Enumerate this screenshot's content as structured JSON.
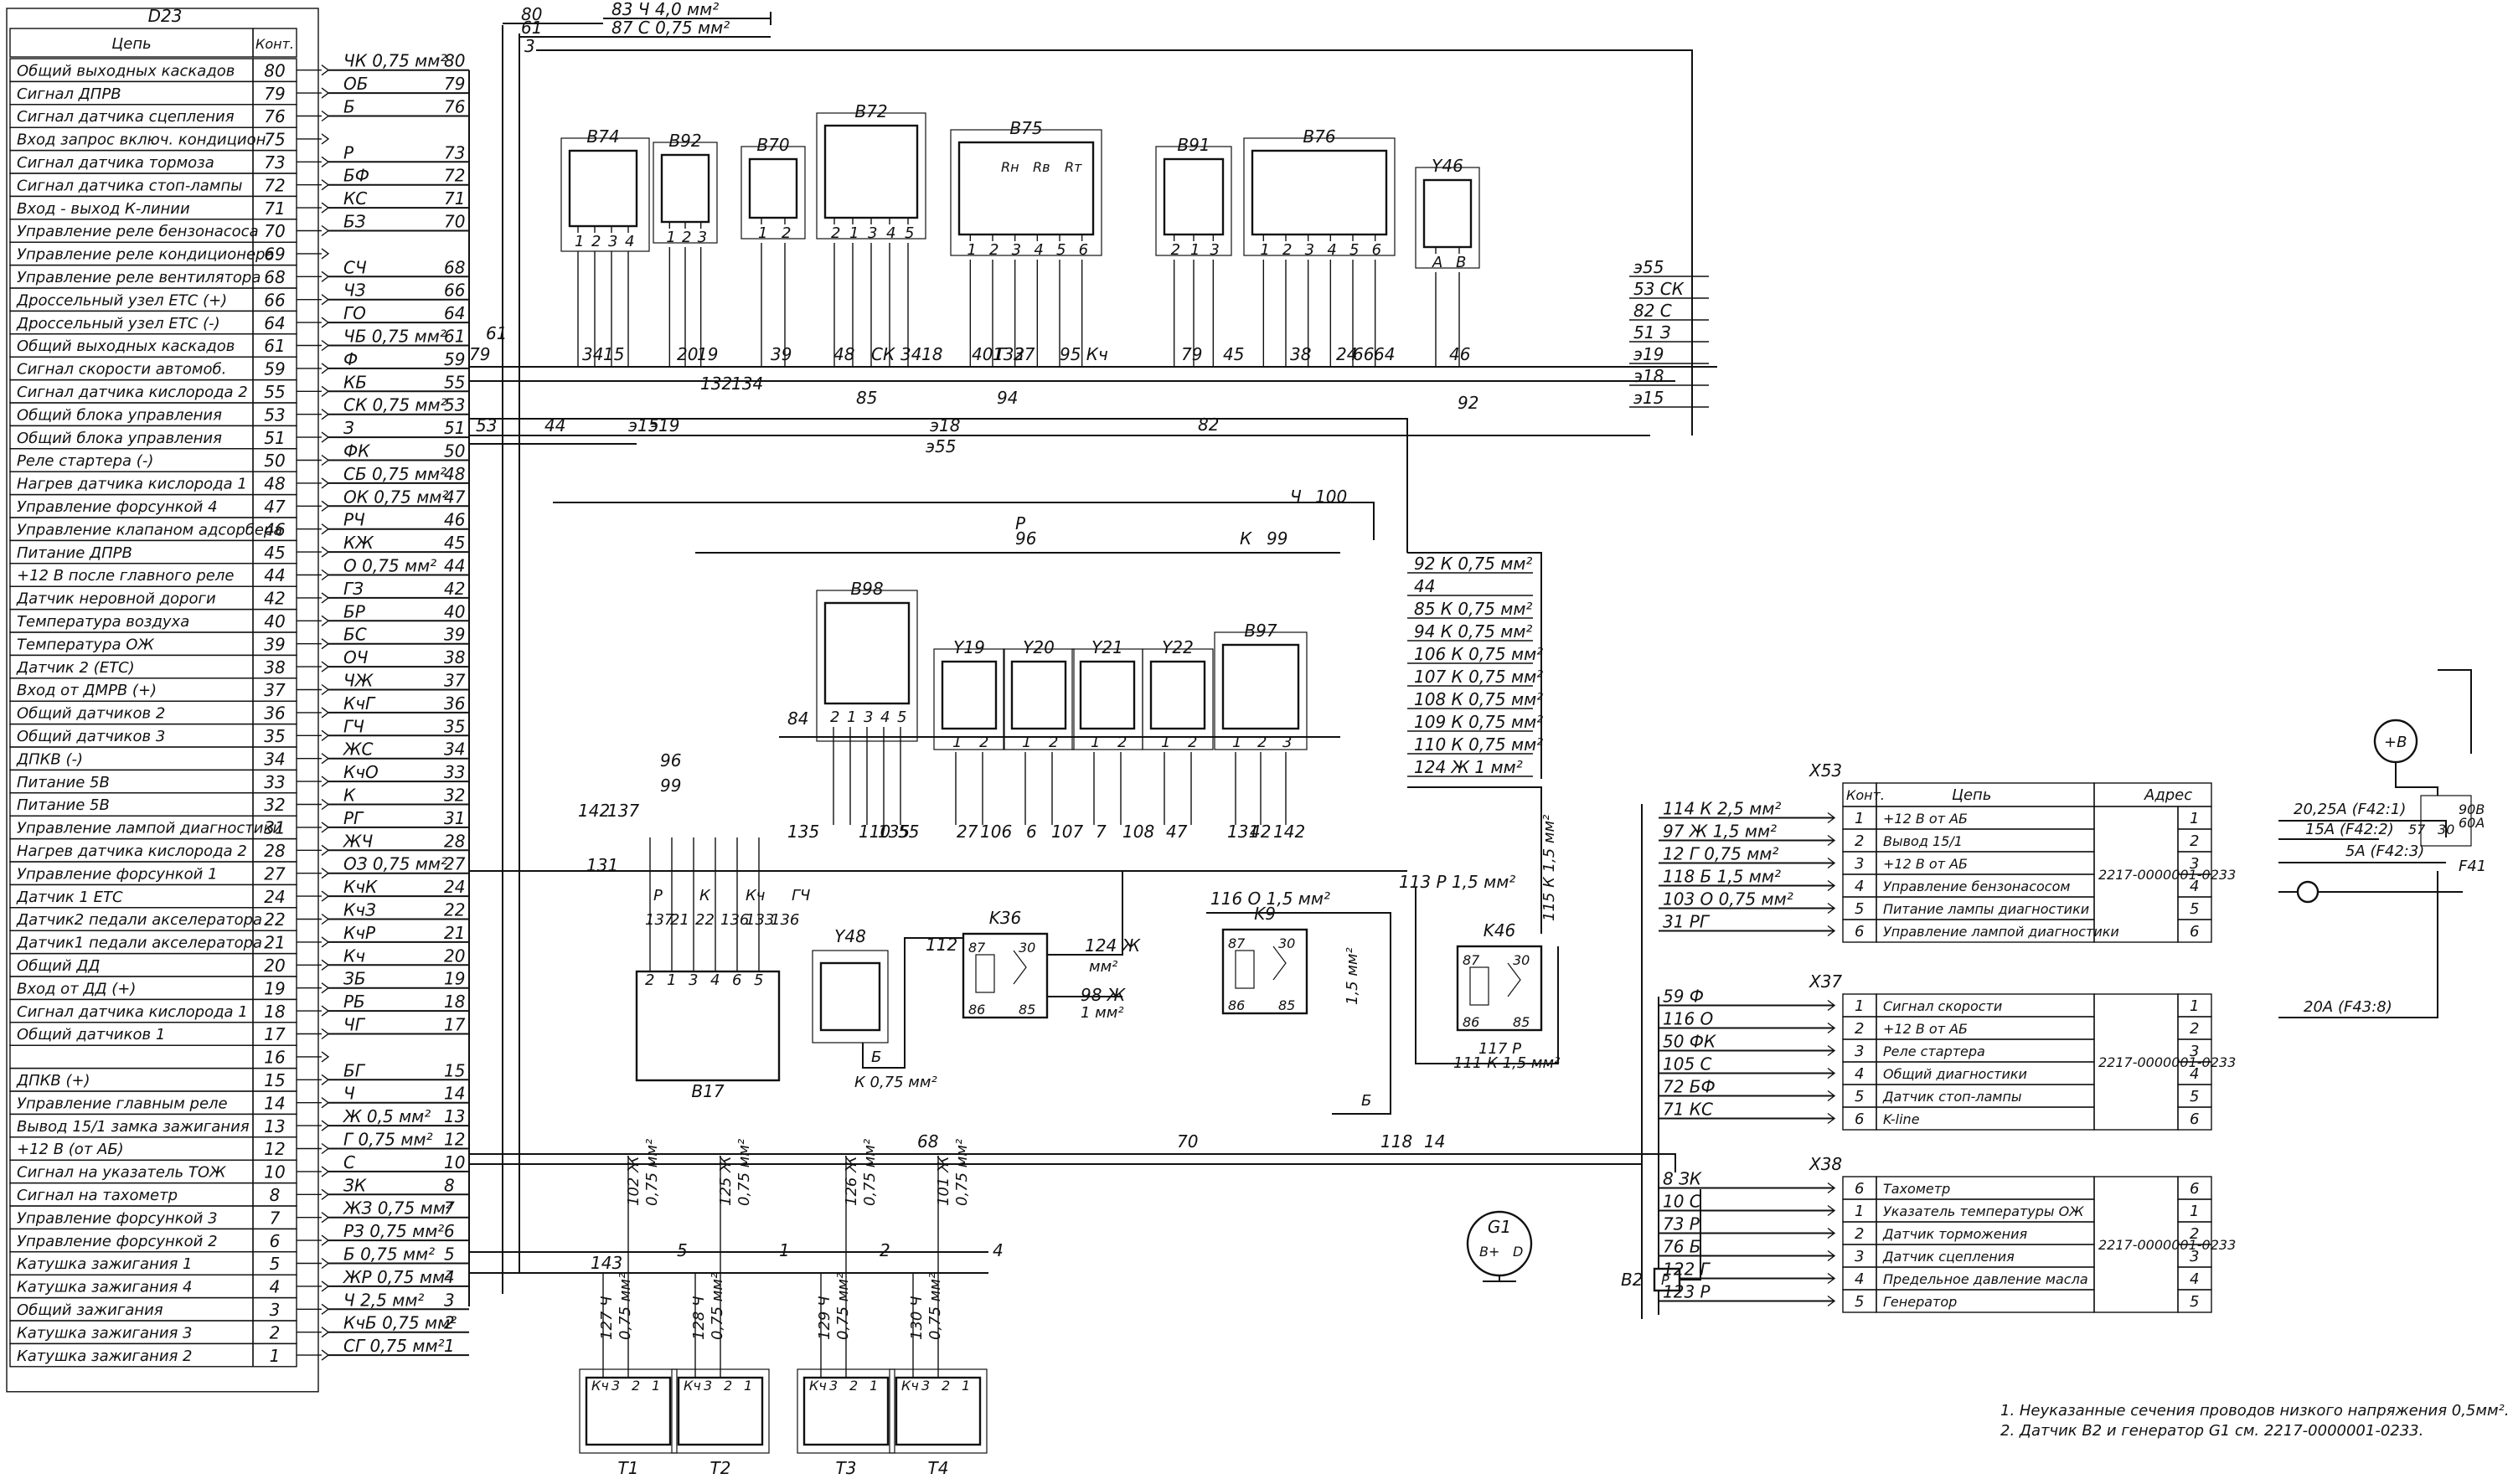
{
  "d23": {
    "title": "D23",
    "col_circuit": "Цепь",
    "col_contact": "Конт.",
    "rows": [
      {
        "name": "Общий выходных каскадов",
        "pin": "80",
        "wire": "ЧК 0,75 мм²",
        "wnum": "80"
      },
      {
        "name": "Сигнал ДПРВ",
        "pin": "79",
        "wire": "ОБ",
        "wnum": "79"
      },
      {
        "name": "Сигнал датчика сцепления",
        "pin": "76",
        "wire": "Б",
        "wnum": "76"
      },
      {
        "name": "Вход запрос включ. кондицион.",
        "pin": "75",
        "wire": "",
        "wnum": ""
      },
      {
        "name": "Сигнал датчика тормоза",
        "pin": "73",
        "wire": "Р",
        "wnum": "73"
      },
      {
        "name": "Сигнал датчика стоп-лампы",
        "pin": "72",
        "wire": "БФ",
        "wnum": "72"
      },
      {
        "name": "Вход - выход К-линии",
        "pin": "71",
        "wire": "КС",
        "wnum": "71"
      },
      {
        "name": "Управление реле бензонасоса",
        "pin": "70",
        "wire": "БЗ",
        "wnum": "70"
      },
      {
        "name": "Управление реле кондиционера",
        "pin": "69",
        "wire": "",
        "wnum": ""
      },
      {
        "name": "Управление реле вентилятора",
        "pin": "68",
        "wire": "СЧ",
        "wnum": "68"
      },
      {
        "name": "Дроссельный узел ЕТС (+)",
        "pin": "66",
        "wire": "ЧЗ",
        "wnum": "66"
      },
      {
        "name": "Дроссельный узел ЕТС (-)",
        "pin": "64",
        "wire": "ГО",
        "wnum": "64"
      },
      {
        "name": "Общий выходных каскадов",
        "pin": "61",
        "wire": "ЧБ 0,75 мм²",
        "wnum": "61"
      },
      {
        "name": "Сигнал скорости автомоб.",
        "pin": "59",
        "wire": "Ф",
        "wnum": "59"
      },
      {
        "name": "Сигнал датчика кислорода 2",
        "pin": "55",
        "wire": "КБ",
        "wnum": "55"
      },
      {
        "name": "Общий блока управления",
        "pin": "53",
        "wire": "СК 0,75 мм²",
        "wnum": "53"
      },
      {
        "name": "Общий блока управления",
        "pin": "51",
        "wire": "З",
        "wnum": "51"
      },
      {
        "name": "Реле стартера (-)",
        "pin": "50",
        "wire": "ФК",
        "wnum": "50"
      },
      {
        "name": "Нагрев датчика кислорода 1",
        "pin": "48",
        "wire": "СБ 0,75 мм²",
        "wnum": "48"
      },
      {
        "name": "Управление форсункой 4",
        "pin": "47",
        "wire": "ОК 0,75 мм²",
        "wnum": "47"
      },
      {
        "name": "Управление клапаном адсорбера",
        "pin": "46",
        "wire": "РЧ",
        "wnum": "46"
      },
      {
        "name": "Питание ДПРВ",
        "pin": "45",
        "wire": "КЖ",
        "wnum": "45"
      },
      {
        "name": "+12 В после главного реле",
        "pin": "44",
        "wire": "О 0,75 мм²",
        "wnum": "44"
      },
      {
        "name": "Датчик неровной дороги",
        "pin": "42",
        "wire": "ГЗ",
        "wnum": "42"
      },
      {
        "name": "Температура воздуха",
        "pin": "40",
        "wire": "БР",
        "wnum": "40"
      },
      {
        "name": "Температура ОЖ",
        "pin": "39",
        "wire": "БС",
        "wnum": "39"
      },
      {
        "name": "Датчик 2 (ЕТС)",
        "pin": "38",
        "wire": "ОЧ",
        "wnum": "38"
      },
      {
        "name": "Вход от ДМРВ (+)",
        "pin": "37",
        "wire": "ЧЖ",
        "wnum": "37"
      },
      {
        "name": "Общий датчиков 2",
        "pin": "36",
        "wire": "КчГ",
        "wnum": "36"
      },
      {
        "name": "Общий датчиков 3",
        "pin": "35",
        "wire": "ГЧ",
        "wnum": "35"
      },
      {
        "name": "ДПКВ (-)",
        "pin": "34",
        "wire": "ЖС",
        "wnum": "34"
      },
      {
        "name": "Питание 5В",
        "pin": "33",
        "wire": "КчО",
        "wnum": "33"
      },
      {
        "name": "Питание 5В",
        "pin": "32",
        "wire": "К",
        "wnum": "32"
      },
      {
        "name": "Управление лампой диагностики",
        "pin": "31",
        "wire": "РГ",
        "wnum": "31"
      },
      {
        "name": "Нагрев датчика кислорода 2",
        "pin": "28",
        "wire": "ЖЧ",
        "wnum": "28"
      },
      {
        "name": "Управление форсункой 1",
        "pin": "27",
        "wire": "ОЗ 0,75 мм²",
        "wnum": "27"
      },
      {
        "name": "Датчик 1 ЕТС",
        "pin": "24",
        "wire": "КчК",
        "wnum": "24"
      },
      {
        "name": "Датчик2 педали акселератора",
        "pin": "22",
        "wire": "КчЗ",
        "wnum": "22"
      },
      {
        "name": "Датчик1 педали акселератора",
        "pin": "21",
        "wire": "КчР",
        "wnum": "21"
      },
      {
        "name": "Общий ДД",
        "pin": "20",
        "wire": "Кч",
        "wnum": "20"
      },
      {
        "name": "Вход от ДД (+)",
        "pin": "19",
        "wire": "ЗБ",
        "wnum": "19"
      },
      {
        "name": "Сигнал датчика кислорода 1",
        "pin": "18",
        "wire": "РБ",
        "wnum": "18"
      },
      {
        "name": "Общий датчиков 1",
        "pin": "17",
        "wire": "ЧГ",
        "wnum": "17"
      },
      {
        "name": "",
        "pin": "16",
        "wire": "",
        "wnum": ""
      },
      {
        "name": "ДПКВ (+)",
        "pin": "15",
        "wire": "БГ",
        "wnum": "15"
      },
      {
        "name": "Управление главным реле",
        "pin": "14",
        "wire": "Ч",
        "wnum": "14"
      },
      {
        "name": "Вывод 15/1 замка зажигания",
        "pin": "13",
        "wire": "Ж 0,5 мм²",
        "wnum": "13"
      },
      {
        "name": "+12 В (от АБ)",
        "pin": "12",
        "wire": "Г 0,75 мм²",
        "wnum": "12"
      },
      {
        "name": "Сигнал на указатель ТОЖ",
        "pin": "10",
        "wire": "С",
        "wnum": "10"
      },
      {
        "name": "Сигнал на тахометр",
        "pin": "8",
        "wire": "ЗК",
        "wnum": "8"
      },
      {
        "name": "Управление форсункой 3",
        "pin": "7",
        "wire": "ЖЗ 0,75 мм²",
        "wnum": "7"
      },
      {
        "name": "Управление форсункой 2",
        "pin": "6",
        "wire": "РЗ 0,75 мм²",
        "wnum": "6"
      },
      {
        "name": "Катушка зажигания 1",
        "pin": "5",
        "wire": "Б 0,75 мм²",
        "wnum": "5"
      },
      {
        "name": "Катушка зажигания 4",
        "pin": "4",
        "wire": "ЖР 0,75 мм²",
        "wnum": "4"
      },
      {
        "name": "Общий зажигания",
        "pin": "3",
        "wire": "Ч 2,5 мм²",
        "wnum": "3"
      },
      {
        "name": "Катушка зажигания 3",
        "pin": "2",
        "wire": "КчБ 0,75 мм²",
        "wnum": "2"
      },
      {
        "name": "Катушка зажигания 2",
        "pin": "1",
        "wire": "СГ 0,75 мм²",
        "wnum": "1"
      }
    ]
  },
  "top_wires": [
    {
      "num": "80",
      "label": ""
    },
    {
      "num": "83",
      "label": "Ч 4,0 мм²"
    },
    {
      "num": "61",
      "label": ""
    },
    {
      "num": "87",
      "label": "С 0,75 мм²"
    },
    {
      "num": "3",
      "label": ""
    }
  ],
  "components": {
    "b74": "B74",
    "b92": "B92",
    "b70": "B70",
    "b72": "B72",
    "b75": "B75",
    "b91": "B91",
    "b76": "B76",
    "y46": "Y46",
    "b98": "B98",
    "y19": "Y19",
    "y20": "Y20",
    "y21": "Y21",
    "y22": "Y22",
    "b97": "B97",
    "b17": "B17",
    "y48": "Y48",
    "k36": "K36",
    "k9": "K9",
    "k46": "K46",
    "g1": "G1",
    "b2": "B2",
    "t1": "T1",
    "t2": "T2",
    "t3": "T3",
    "t4": "T4",
    "f41": "F41"
  },
  "sensor_pins": {
    "b74": [
      "1",
      "2",
      "3",
      "4"
    ],
    "b92": [
      "1",
      "2",
      "3"
    ],
    "b70": [
      "1",
      "2"
    ],
    "b72": [
      "2",
      "1",
      "3",
      "4",
      "5"
    ],
    "b75": [
      "1",
      "2",
      "3",
      "4",
      "5",
      "6"
    ],
    "b91": [
      "2",
      "1",
      "3"
    ],
    "b76": [
      "1",
      "2",
      "3",
      "4",
      "5",
      "6"
    ],
    "y46": [
      "A",
      "B"
    ],
    "b98": [
      "2",
      "1",
      "3",
      "4",
      "5"
    ],
    "y19": [
      "1",
      "2"
    ],
    "y20": [
      "1",
      "2"
    ],
    "y21": [
      "1",
      "2"
    ],
    "y22": [
      "1",
      "2"
    ],
    "b97": [
      "1",
      "2",
      "3"
    ]
  },
  "b75_labels": [
    "Rн",
    "Rв",
    "Rт"
  ],
  "wire_numbers": {
    "row1": [
      "34",
      "15",
      "20",
      "19",
      "39",
      "48",
      "СК",
      "34",
      "18",
      "40",
      "132",
      "Г",
      "37",
      "95 Кч",
      "79",
      "45",
      "38",
      "24",
      "66",
      "64",
      "46"
    ],
    "row2": [
      "61",
      "79",
      "132",
      "134",
      "85",
      "94",
      "82",
      "92"
    ],
    "row3": [
      "53",
      "44",
      "э15",
      "э19",
      "э18",
      "э55"
    ],
    "mid": [
      "Р",
      "96",
      "К",
      "99",
      "Ч",
      "100"
    ],
    "bottom_row": [
      "135",
      "110",
      "135",
      "55",
      "27",
      "106",
      "6",
      "107",
      "7",
      "108",
      "47",
      "131",
      "42",
      "142"
    ],
    "b17_pins": [
      "2",
      "1",
      "3",
      "4",
      "6",
      "5"
    ],
    "b17_wires": [
      "137",
      "21",
      "22",
      "136",
      "133",
      "136"
    ],
    "b17_colors": [
      "Р",
      "К",
      "Кч",
      "ГЧ"
    ],
    "left_mid": [
      "142",
      "137",
      "131",
      "96",
      "99",
      "84"
    ]
  },
  "e_connector": {
    "labels": [
      "э55",
      "53 СК",
      "82 С",
      "51 З",
      "э19",
      "э18",
      "э15"
    ]
  },
  "right_bus": {
    "items": [
      "92 К 0,75 мм²",
      "44",
      "85 К 0,75 мм²",
      "94 К 0,75 мм²",
      "106 К 0,75 мм²",
      "107 К 0,75 мм²",
      "108 К 0,75 мм²",
      "109 К 0,75 мм²",
      "110 К 0,75 мм²",
      "124 Ж 1 мм²"
    ]
  },
  "relays": {
    "k36_pins": [
      "87",
      "30",
      "86",
      "85"
    ],
    "k36_wires": [
      "112",
      "124 Ж",
      "мм²",
      "98 Ж",
      "1 мм²"
    ],
    "k9_pins": [
      "87",
      "30",
      "86",
      "85"
    ],
    "k9_wires": [
      "116 О 1,5 мм²",
      "1,5 мм²",
      "Б"
    ],
    "k46_pins": [
      "87",
      "30",
      "86",
      "85"
    ],
    "k46_wires": [
      "113 Р 1,5 мм²",
      "115 К 1,5 мм²",
      "117 Р",
      "111 К 1,5 мм²"
    ]
  },
  "y48_wire": "К 0,75 мм²",
  "y48_pin": "Б",
  "bottom_bus": [
    "68",
    "70",
    "118",
    "14",
    "5",
    "1",
    "2",
    "4",
    "143"
  ],
  "coil_wires": {
    "t1": {
      "up": "102 Ж",
      "sec": "0,75 мм²",
      "down": "127 Ч",
      "dsec": "0,75 мм²"
    },
    "t2": {
      "up": "125 Ж",
      "sec": "0,75 мм²",
      "down": "128 Ч",
      "dsec": "0,75 мм²"
    },
    "t3": {
      "up": "126 Ж",
      "sec": "0,75 мм²",
      "down": "129 Ч",
      "dsec": "0,75 мм²"
    },
    "t4": {
      "up": "101 Ж",
      "sec": "0,75 мм²",
      "down": "130 Ч",
      "dsec": "0,75 мм²"
    }
  },
  "coil_pins": [
    "Кч",
    "3",
    "2",
    "1"
  ],
  "x53": {
    "title": "X53",
    "col_contact": "Конт.",
    "col_circuit": "Цепь",
    "col_address": "Адрес",
    "address": "2217-0000001-0233",
    "rows": [
      {
        "pin": "1",
        "name": "+12 В от АБ",
        "wire": "114 К 2,5 мм²",
        "apin": "1"
      },
      {
        "pin": "2",
        "name": "Вывод 15/1",
        "wire": "97 Ж 1,5 мм²",
        "apin": "2"
      },
      {
        "pin": "3",
        "name": "+12 В от АБ",
        "wire": "12 Г 0,75 мм²",
        "apin": "3"
      },
      {
        "pin": "4",
        "name": "Управление бензонасосом",
        "wire": "118 Б 1,5 мм²",
        "apin": "4"
      },
      {
        "pin": "5",
        "name": "Питание лампы диагностики",
        "wire": "103 О 0,75 мм²",
        "apin": "5"
      },
      {
        "pin": "6",
        "name": "Управление лампой диагностики",
        "wire": "31 РГ",
        "apin": "6"
      }
    ]
  },
  "x37": {
    "title": "X37",
    "address": "2217-0000001-0233",
    "rows": [
      {
        "pin": "1",
        "name": "Сигнал скорости",
        "wire": "59 Ф",
        "apin": "1"
      },
      {
        "pin": "2",
        "name": "+12 В от АБ",
        "wire": "116 О",
        "apin": "2"
      },
      {
        "pin": "3",
        "name": "Реле стартера",
        "wire": "50 ФК",
        "apin": "3"
      },
      {
        "pin": "4",
        "name": "Общий диагностики",
        "wire": "105 С",
        "apin": "4"
      },
      {
        "pin": "5",
        "name": "Датчик стоп-лампы",
        "wire": "72 БФ",
        "apin": "5"
      },
      {
        "pin": "6",
        "name": "K-line",
        "wire": "71 КС",
        "apin": "6"
      }
    ]
  },
  "x38": {
    "title": "X38",
    "address": "2217-0000001-0233",
    "rows": [
      {
        "pin": "6",
        "name": "Тахометр",
        "wire": "8 ЗК",
        "apin": "6"
      },
      {
        "pin": "1",
        "name": "Указатель температуры ОЖ",
        "wire": "10 С",
        "apin": "1"
      },
      {
        "pin": "2",
        "name": "Датчик торможения",
        "wire": "73 Р",
        "apin": "2"
      },
      {
        "pin": "3",
        "name": "Датчик сцепления",
        "wire": "76 Б",
        "apin": "3"
      },
      {
        "pin": "4",
        "name": "Предельное давление масла",
        "wire": "122 Г",
        "apin": "4"
      },
      {
        "pin": "5",
        "name": "Генератор",
        "wire": "123 Р",
        "apin": "5"
      }
    ]
  },
  "fuses": {
    "f1": "20,25А (F42:1)",
    "f2": "15А (F42:2)",
    "f3": "57",
    "f4": "30",
    "f5": "5А (F42:3)",
    "f6": "20А (F43:8)",
    "f7": "90В",
    "f8": "60А",
    "plus": "+В"
  },
  "g1_pins": [
    "B+",
    "D"
  ],
  "b2_pin": "P",
  "notes": [
    "1. Неуказанные сечения проводов низкого напряжения 0,5мм².",
    "2. Датчик B2 и генератор G1 см. 2217-0000001-0233."
  ]
}
